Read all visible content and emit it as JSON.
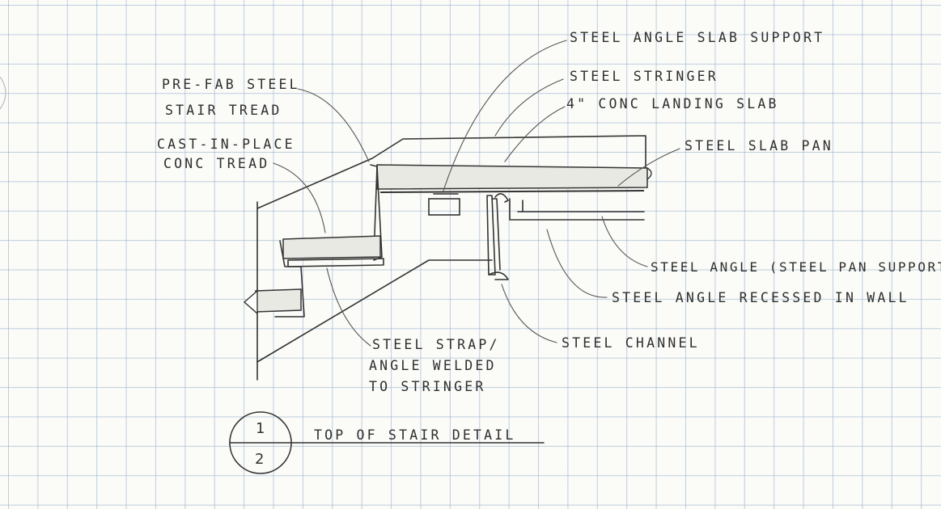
{
  "labels": {
    "steel_angle_slab_support": "STEEL ANGLE SLAB SUPPORT",
    "steel_stringer": "STEEL STRINGER",
    "conc_landing_slab": "4\" CONC LANDING SLAB",
    "steel_slab_pan": "STEEL SLAB PAN",
    "prefab_tread_line1": "PRE-FAB STEEL",
    "prefab_tread_line2": "STAIR TREAD",
    "cast_tread_line1": "CAST-IN-PLACE",
    "cast_tread_line2": "CONC TREAD",
    "steel_angle_pan_support": "STEEL ANGLE (STEEL PAN SUPPORT",
    "steel_angle_recessed": "STEEL ANGLE RECESSED IN WALL",
    "steel_channel": "STEEL CHANNEL",
    "strap_line1": "STEEL STRAP/",
    "strap_line2": "ANGLE WELDED",
    "strap_line3": "TO STRINGER"
  },
  "detail_tag": {
    "number": "1",
    "sheet": "2",
    "title": "TOP OF STAIR DETAIL"
  }
}
